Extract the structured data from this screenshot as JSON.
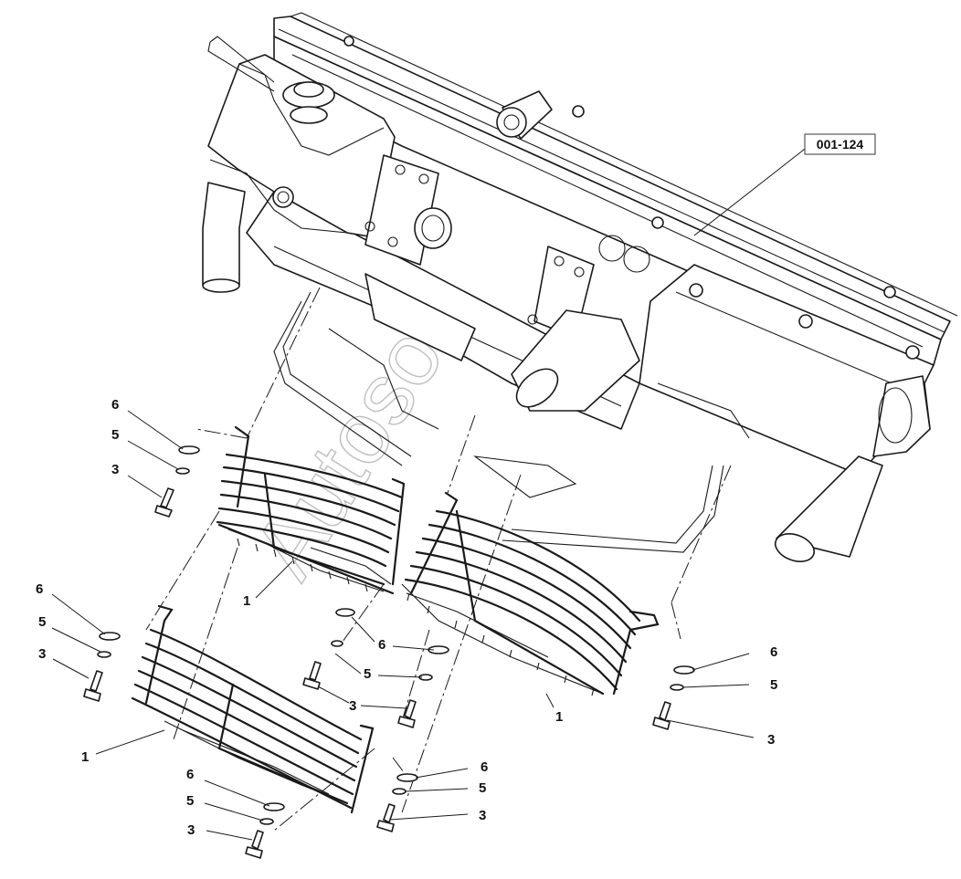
{
  "diagram": {
    "reference_code": "001-124",
    "watermark": "Autosoft",
    "callouts": {
      "guard": "1",
      "bolt": "3",
      "lock_washer": "5",
      "flat_washer": "6"
    }
  }
}
